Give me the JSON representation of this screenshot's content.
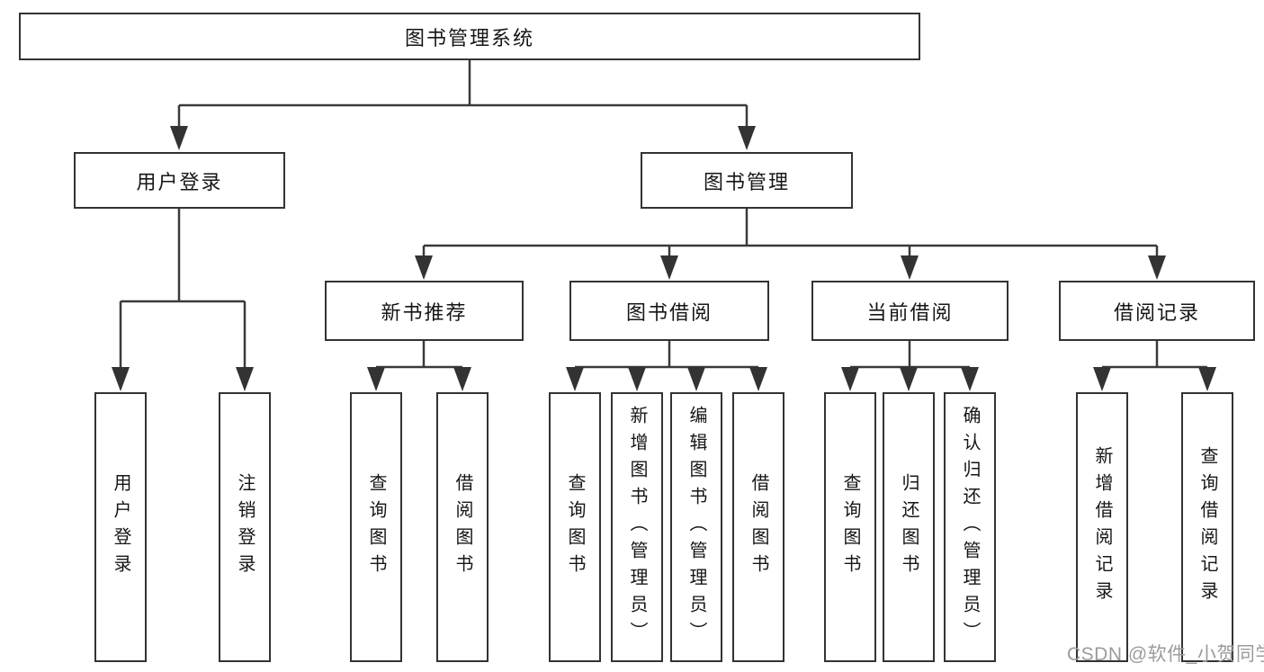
{
  "title": "图书管理系统",
  "nodes": {
    "root": {
      "label": "图书管理系统"
    },
    "user_login": {
      "label": "用户登录"
    },
    "book_manage": {
      "label": "图书管理"
    },
    "new_book_recommend": {
      "label": "新书推荐"
    },
    "book_borrow": {
      "label": "图书借阅"
    },
    "current_borrow": {
      "label": "当前借阅"
    },
    "borrow_record": {
      "label": "借阅记录"
    },
    "leaf_user_login": {
      "label": "用户登录"
    },
    "leaf_logout": {
      "label": "注销登录"
    },
    "leaf_recommend_query": {
      "label": "查询图书"
    },
    "leaf_recommend_borrow": {
      "label": "借阅图书"
    },
    "leaf_borrow_query": {
      "label": "查询图书"
    },
    "leaf_borrow_add": {
      "label": "新增图书（管理员）"
    },
    "leaf_borrow_edit": {
      "label": "编辑图书（管理员）"
    },
    "leaf_borrow_borrow": {
      "label": "借阅图书"
    },
    "leaf_current_query": {
      "label": "查询图书"
    },
    "leaf_current_return": {
      "label": "归还图书"
    },
    "leaf_current_confirm": {
      "label": "确认归还（管理员）"
    },
    "leaf_record_add": {
      "label": "新增借阅记录"
    },
    "leaf_record_query": {
      "label": "查询借阅记录"
    }
  },
  "hierarchy": {
    "图书管理系统": {
      "用户登录": [
        "用户登录",
        "注销登录"
      ],
      "图书管理": {
        "新书推荐": [
          "查询图书",
          "借阅图书"
        ],
        "图书借阅": [
          "查询图书",
          "新增图书（管理员）",
          "编辑图书（管理员）",
          "借阅图书"
        ],
        "当前借阅": [
          "查询图书",
          "归还图书",
          "确认归还（管理员）"
        ],
        "借阅记录": [
          "新增借阅记录",
          "查询借阅记录"
        ]
      }
    }
  },
  "watermark": {
    "text": "CSDN @软件_小贺同学"
  },
  "colors": {
    "line": "#3a3a3a",
    "border": "#333333",
    "text": "#161616",
    "watermark": "#9b9b9b",
    "background": "#ffffff"
  }
}
